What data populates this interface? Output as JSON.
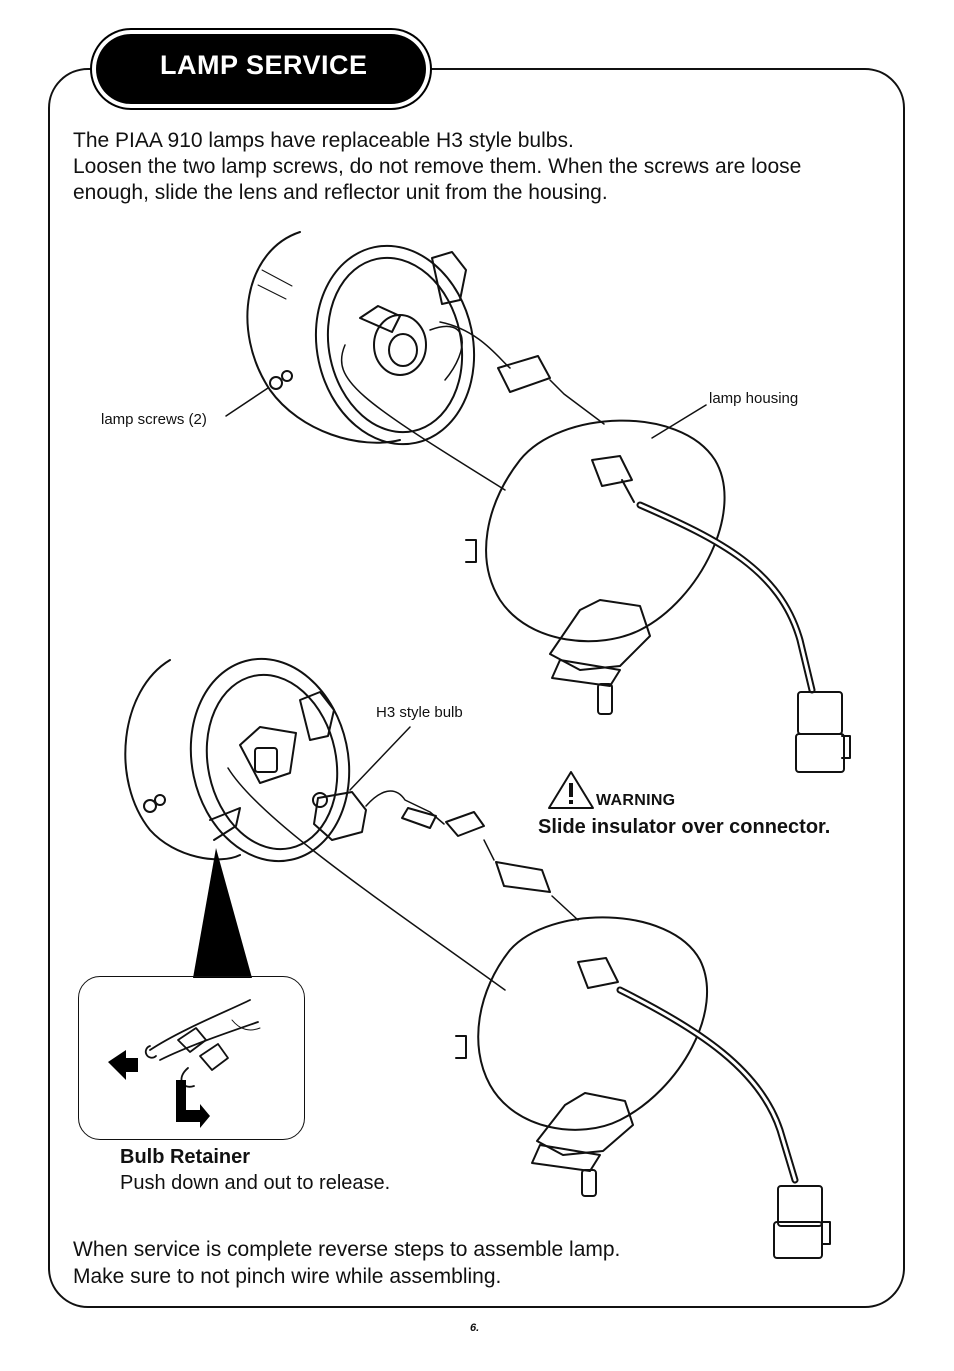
{
  "header": {
    "title": "LAMP SERVICE"
  },
  "intro": {
    "line1": "The PIAA 910 lamps have replaceable H3 style bulbs.",
    "line2": "Loosen the two lamp screws, do not remove them. When the screws are loose enough, slide the lens and reflector unit from the housing."
  },
  "labels": {
    "lamp_screws": "lamp screws (2)",
    "lamp_housing": "lamp housing",
    "h3_bulb": "H3 style bulb"
  },
  "warning": {
    "heading": "WARNING",
    "text": "Slide insulator over connector."
  },
  "retainer": {
    "title": "Bulb Retainer",
    "text": "Push down and out to release."
  },
  "outro": {
    "line1": "When service is complete reverse steps to assemble lamp.",
    "line2": "Make sure to not pinch wire while assembling."
  },
  "footer": {
    "page_number": "6."
  }
}
